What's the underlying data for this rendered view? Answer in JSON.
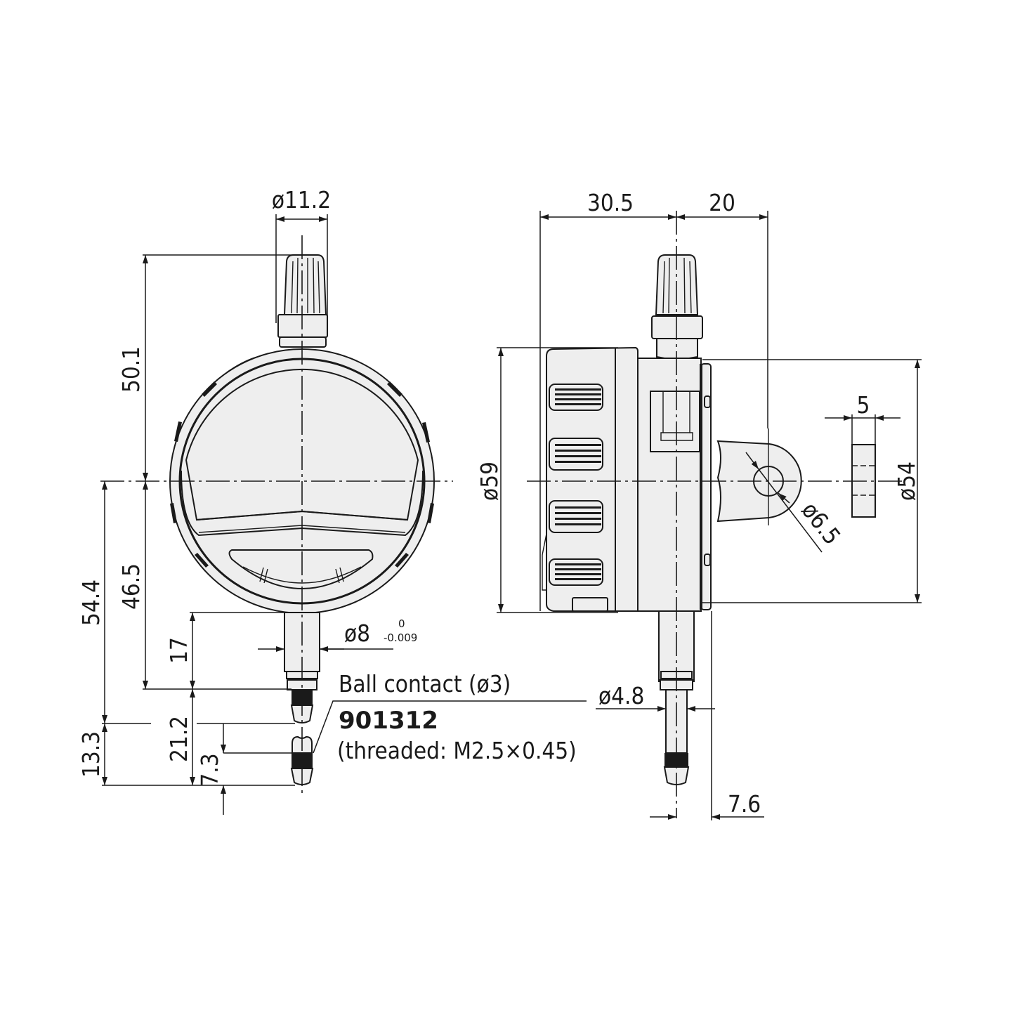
{
  "title": "Digital dial indicator – dimensional drawing",
  "colors": {
    "line": "#1a1a1a",
    "body_fill": "#eeeeee",
    "background": "#ffffff"
  },
  "front_view": {
    "dimensions": {
      "knob_diameter": "ø11.2",
      "top_height": "50.1",
      "overall_lower": "54.4",
      "lower_height": "46.5",
      "stem_length": "17",
      "stem_diameter": "ø8",
      "stem_tol_upper": "0",
      "stem_tol_lower": "-0.009",
      "contact_height": "21.2",
      "contact_offset": "13.3",
      "contact_thread_len": "7.3"
    },
    "notes": {
      "ball_contact": "Ball contact (ø3)",
      "part_number": "901312",
      "thread_spec": "(threaded: M2.5×0.45)"
    }
  },
  "side_view": {
    "dimensions": {
      "back_depth": "30.5",
      "lug_offset": "20",
      "body_diameter": "ø59",
      "back_diameter": "ø54",
      "lug_hole": "ø6.5",
      "lug_thickness": "5",
      "spindle_diameter": "ø4.8",
      "spindle_offset": "7.6"
    }
  }
}
